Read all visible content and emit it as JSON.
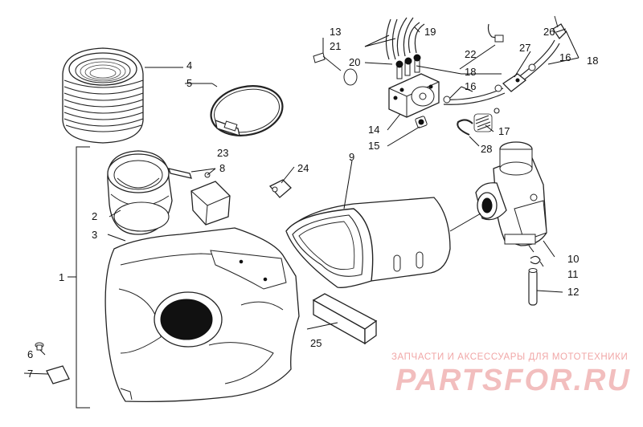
{
  "diagram": {
    "callouts": {
      "c1": "1",
      "c2": "2",
      "c3": "3",
      "c4": "4",
      "c5": "5",
      "c6": "6",
      "c7": "7",
      "c8": "8",
      "c9": "9",
      "c10": "10",
      "c11": "11",
      "c12": "12",
      "c13": "13",
      "c14": "14",
      "c15": "15",
      "c16a": "16",
      "c16b": "16",
      "c17": "17",
      "c18a": "18",
      "c18b": "18",
      "c19": "19",
      "c20": "20",
      "c21": "21",
      "c22": "22",
      "c23": "23",
      "c24": "24",
      "c25": "25",
      "c26": "26",
      "c27": "27",
      "c28": "28"
    }
  },
  "watermark": {
    "tagline": "ЗАПЧАСТИ И АКСЕССУАРЫ ДЛЯ МОТОТЕХНИКИ",
    "logo_text": "PARTSFOR.RU",
    "logo_color": "#e88a8a",
    "tagline_color": "#f1a7a7"
  }
}
